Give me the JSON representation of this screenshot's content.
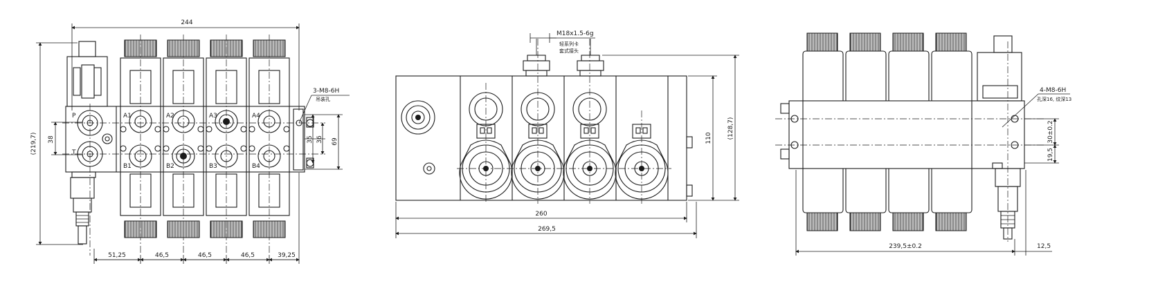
{
  "left_view": {
    "dim_top": "244",
    "dim_left_overall": "(219,7)",
    "dim_left_inner": "38",
    "dim_right_a": "35",
    "dim_right_b": "36",
    "dim_right_c": "69",
    "thread_note": "3-M8-6H",
    "thread_sub": "吊装孔",
    "ports_top": [
      "A1",
      "A2",
      "A3",
      "A4"
    ],
    "ports_bottom": [
      "B1",
      "B2",
      "B3",
      "B4"
    ],
    "port_p": "P",
    "port_t": "T",
    "bottom_dims": [
      "51,25",
      "46,5",
      "46,5",
      "46,5",
      "39,25"
    ]
  },
  "middle_view": {
    "thread_note": "M18x1.5-6g",
    "thread_sub1": "轻系列卡",
    "thread_sub2": "套式接头",
    "dim_height_inner": "110",
    "dim_height_overall": "(128,7)",
    "dim_width_inner": "260",
    "dim_width_overall": "269,5"
  },
  "right_view": {
    "thread_note": "4-M8-6H",
    "thread_sub": "孔深16, 纹深13",
    "dim_a": "30±0.2",
    "dim_b": "19,5",
    "dim_width": "239,5±0.2",
    "dim_offset": "12,5"
  }
}
